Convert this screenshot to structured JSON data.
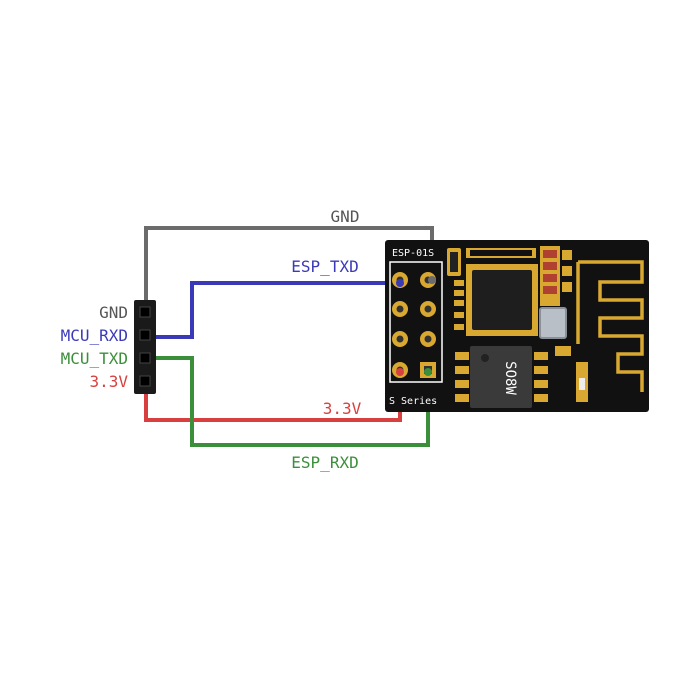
{
  "colors": {
    "gnd": "#6b6b6b",
    "rx": "#3a3ab8",
    "tx": "#3b8f3b",
    "power": "#d84040",
    "board": "#111111",
    "gold": "#d9a830"
  },
  "header": {
    "pins": [
      {
        "label": "GND",
        "color": "#555555"
      },
      {
        "label": "MCU_RXD",
        "color": "#3a3ab8"
      },
      {
        "label": "MCU_TXD",
        "color": "#3b8f3b"
      },
      {
        "label": "3.3V",
        "color": "#d84040"
      }
    ]
  },
  "wires": {
    "gnd": "GND",
    "esp_txd": "ESP_TXD",
    "power": "3.3V",
    "esp_rxd": "ESP_RXD"
  },
  "board": {
    "name": "ESP-01S",
    "series": "S Series",
    "chip": "SO8W"
  }
}
